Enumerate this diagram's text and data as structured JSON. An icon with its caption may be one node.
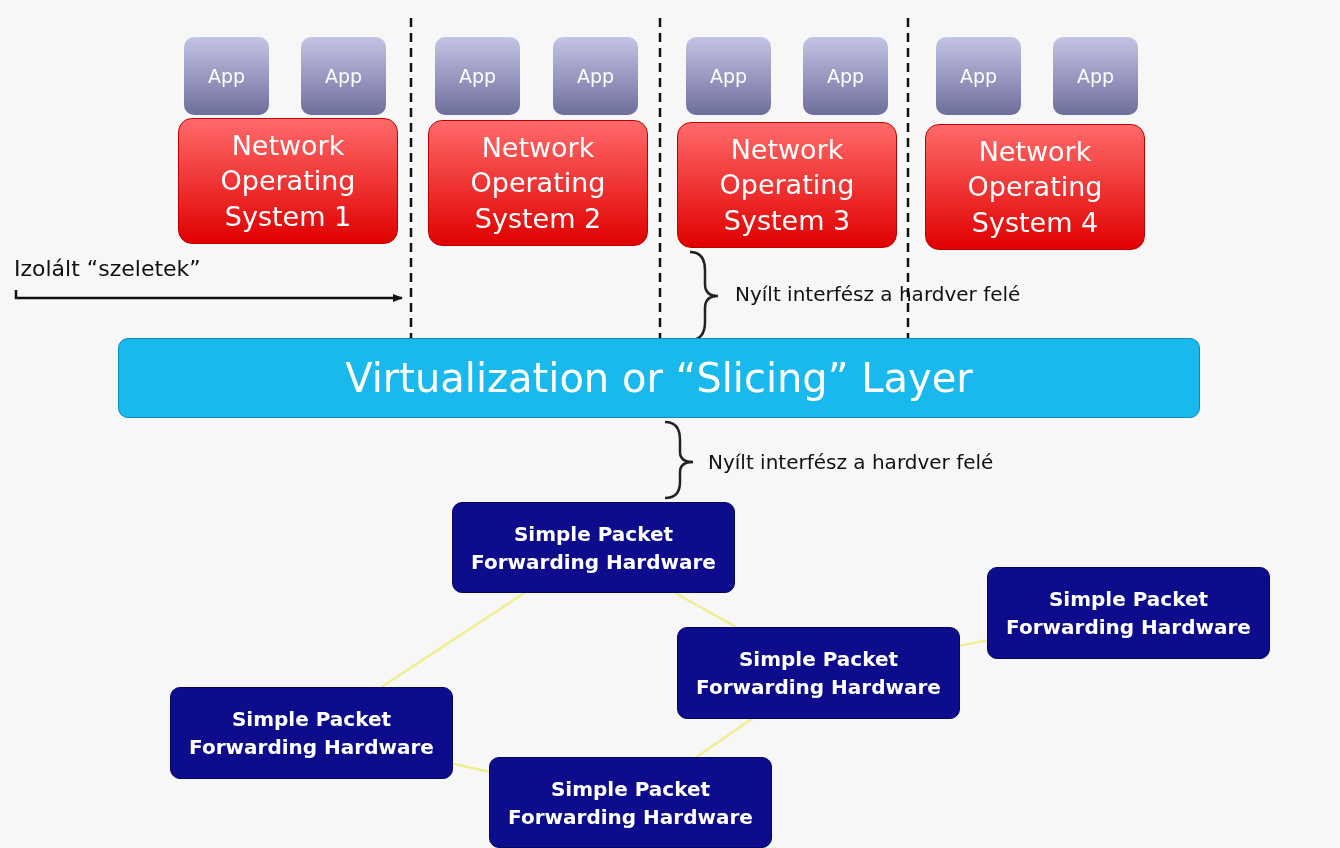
{
  "diagram": {
    "nodes": [
      {
        "text": [
          "App"
        ]
      },
      {
        "text": [
          "App"
        ]
      },
      {
        "text": [
          "App"
        ]
      },
      {
        "text": [
          "App"
        ]
      },
      {
        "text": [
          "App"
        ]
      },
      {
        "text": [
          "App"
        ]
      },
      {
        "text": [
          "App"
        ]
      },
      {
        "text": [
          "App"
        ]
      },
      {
        "text": [
          "Network Operating System 1"
        ]
      },
      {
        "text": [
          "Network Operating System 2"
        ]
      },
      {
        "text": [
          "Network Operating System 3"
        ]
      },
      {
        "text": [
          "Network Operating System 4"
        ]
      },
      {
        "text": [
          "Izolált “szeletek”"
        ]
      },
      {
        "text": [
          "Virtualization or “Slicing” Layer"
        ]
      },
      {
        "text": [
          "Simple Packet Forwarding Hardware"
        ]
      },
      {
        "text": [
          "Simple Packet Forwarding Hardware"
        ]
      },
      {
        "text": [
          "Simple Packet Forwarding Hardware"
        ]
      },
      {
        "text": [
          "Simple Packet Forwarding Hardware"
        ]
      },
      {
        "text": [
          "Simple Packet Forwarding Hardware"
        ]
      }
    ],
    "edges": [
      {
        "from": 12,
        "to": null,
        "arrow": "to",
        "color": "#111111"
      },
      {
        "from": 14,
        "to": 17,
        "arrow": "none"
      },
      {
        "from": 14,
        "to": 16,
        "arrow": "none"
      },
      {
        "from": 16,
        "to": 15,
        "arrow": "none"
      },
      {
        "from": 16,
        "to": 18,
        "arrow": "none"
      },
      {
        "from": 17,
        "to": 18,
        "arrow": "none"
      }
    ],
    "labels": [
      "Nyílt interfész a hardver felé",
      "Nyílt interfész a hardver felé"
    ]
  }
}
